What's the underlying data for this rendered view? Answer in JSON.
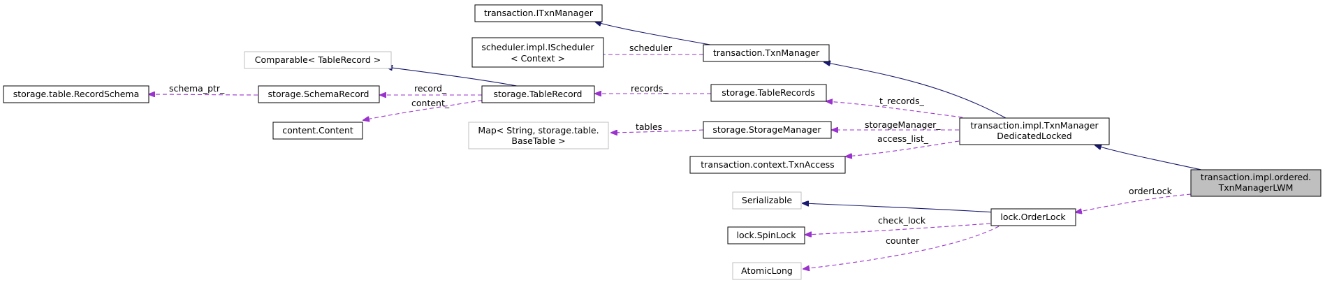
{
  "nodes": {
    "itxn_manager": {
      "lines": [
        "transaction.ITxnManager"
      ]
    },
    "ischeduler": {
      "lines": [
        "scheduler.impl.IScheduler",
        "< Context >"
      ]
    },
    "txn_manager": {
      "lines": [
        "transaction.TxnManager"
      ]
    },
    "comparable": {
      "lines": [
        "Comparable< TableRecord >"
      ]
    },
    "record_schema": {
      "lines": [
        "storage.table.RecordSchema"
      ]
    },
    "schema_record": {
      "lines": [
        "storage.SchemaRecord"
      ]
    },
    "table_record": {
      "lines": [
        "storage.TableRecord"
      ]
    },
    "table_records": {
      "lines": [
        "storage.TableRecords"
      ]
    },
    "content": {
      "lines": [
        "content.Content"
      ]
    },
    "map_base_table": {
      "lines": [
        "Map< String, storage.table.",
        "BaseTable >"
      ]
    },
    "storage_manager": {
      "lines": [
        "storage.StorageManager"
      ]
    },
    "dedicated_locked": {
      "lines": [
        "transaction.impl.TxnManager",
        "DedicatedLocked"
      ]
    },
    "txn_access": {
      "lines": [
        "transaction.context.TxnAccess"
      ]
    },
    "txn_manager_lwm": {
      "lines": [
        "transaction.impl.ordered.",
        "TxnManagerLWM"
      ]
    },
    "serializable": {
      "lines": [
        "Serializable"
      ]
    },
    "order_lock": {
      "lines": [
        "lock.OrderLock"
      ]
    },
    "spin_lock": {
      "lines": [
        "lock.SpinLock"
      ]
    },
    "atomic_long": {
      "lines": [
        "AtomicLong"
      ]
    }
  },
  "edges": {
    "scheduler": "scheduler",
    "schema_ptr": "schema_ptr_",
    "record": "record_",
    "content": "content_",
    "records": "records_",
    "t_records": "t_records_",
    "tables": "tables",
    "storage_manager": "storageManager_",
    "access_list": "access_list_",
    "order_lock": "orderLock",
    "check_lock": "check_lock",
    "counter": "counter"
  },
  "colors": {
    "inheritance_edge": "#191970",
    "usage_edge": "#9a32cd",
    "external_class_border": "#bfbfbf",
    "focus_class_fill": "#bfbfbf"
  }
}
